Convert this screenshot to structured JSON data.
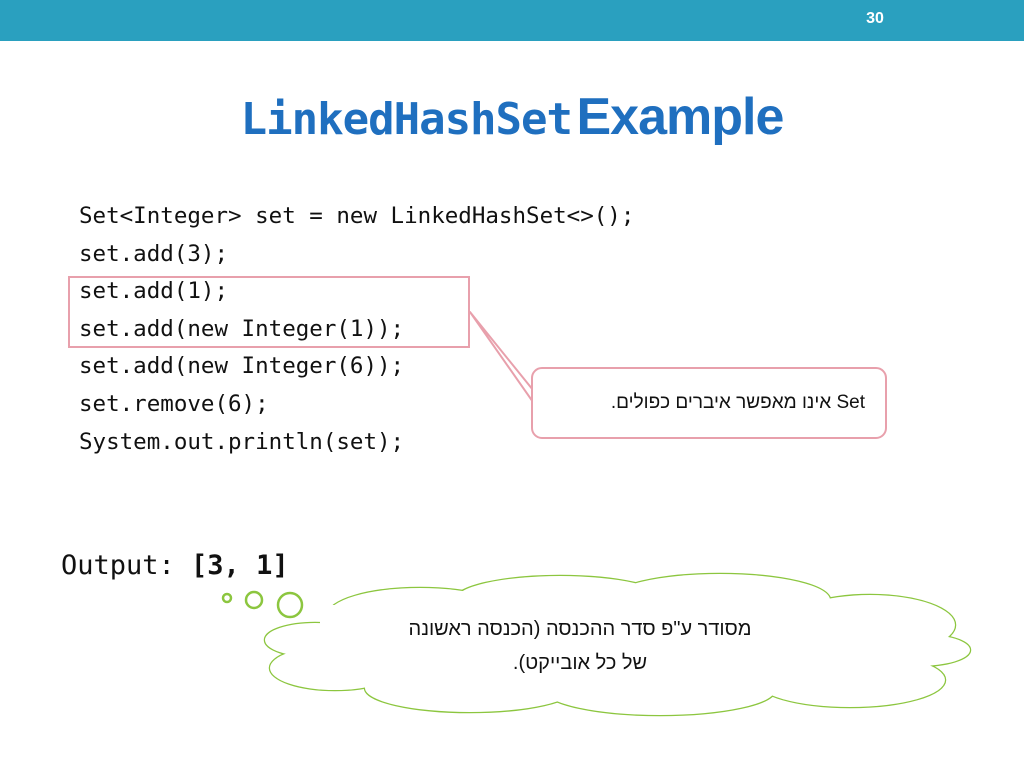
{
  "slide": {
    "page_number": "30",
    "title_code": "LinkedHashSet",
    "title_word": "Example"
  },
  "code": {
    "lines": [
      "Set<Integer> set = new LinkedHashSet<>();",
      "set.add(3);",
      "set.add(1);",
      "set.add(new Integer(1));",
      "set.add(new Integer(6));",
      "set.remove(6);",
      "System.out.println(set);"
    ]
  },
  "callout": {
    "text": "Set אינו מאפשר איברים כפולים."
  },
  "output": {
    "label": "Output: ",
    "value": "[3, 1]"
  },
  "cloud": {
    "line1": "מסודר ע\"פ סדר ההכנסה (הכנסה ראשונה",
    "line2": "של כל אובייקט)."
  },
  "colors": {
    "header_bar": "#2aa0bf",
    "title": "#1f6fbf",
    "highlight_border": "#e8a0ac",
    "cloud_border": "#8cc63f"
  }
}
